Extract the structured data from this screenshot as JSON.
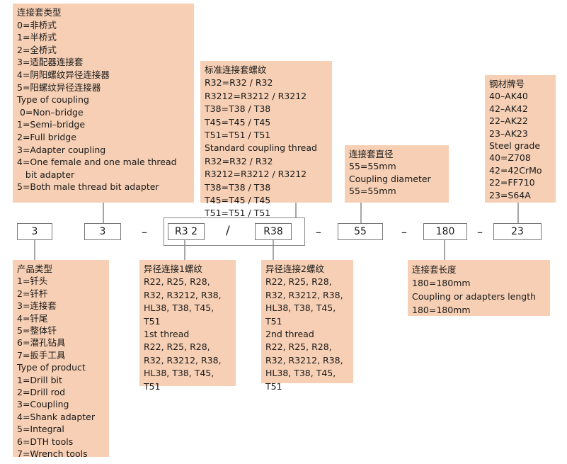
{
  "coupling_type": {
    "lines": [
      "连接套类型",
      "0=非桥式",
      "1=半桥式",
      "2=全桥式",
      "3=适配器连接套",
      "4=阴阳螺纹异径连接器",
      "5=阳螺纹异径连接器",
      "Type of coupling",
      " 0=Non–bridge",
      "1=Semi–bridge",
      "2=Full bridge",
      "3=Adapter coupling",
      "4=One female and one male thread",
      "   bit adapter",
      "5=Both male thread bit adapter"
    ]
  },
  "standard_thread": {
    "lines": [
      "标准连接套螺纹",
      "R32=R32 / R32",
      "R3212=R3212 / R3212",
      "T38=T38 / T38",
      "T45=T45 / T45",
      "T51=T51 / T51",
      "Standard coupling thread",
      "R32=R32 / R32",
      "R3212=R3212 / R3212",
      "T38=T38 / T38",
      "T45=T45 / T45",
      "T51=T51 / T51"
    ]
  },
  "steel_grade": {
    "lines": [
      "钢材牌号",
      "40–AK40",
      "42–AK42",
      "22–AK22",
      "23–AK23",
      "Steel grade",
      "40=Z708",
      "42=42CrMo",
      "22=FF710",
      "23=S64A"
    ]
  },
  "coupling_diameter": {
    "lines": [
      "连接套直径",
      "55=55mm",
      "Coupling diameter",
      "55=55mm"
    ]
  },
  "product_type": {
    "lines": [
      "产品类型",
      "1=钎头",
      "2=钎杆",
      "3=连接套",
      "4=钎尾",
      "5=整体钎",
      "6=潜孔钻具",
      "7=扳手工具",
      "Type of product",
      "1=Drill bit",
      "2=Drill rod",
      "3=Coupling",
      "4=Shank adapter",
      "5=Integral",
      "6=DTH tools",
      "7=Wrench tools"
    ]
  },
  "thread1": {
    "lines": [
      "异径连接1螺纹",
      "R22, R25, R28,",
      "R32, R3212, R38,",
      "HL38, T38, T45,",
      "T51",
      "1st thread",
      "R22, R25, R28,",
      "R32, R3212, R38,",
      "HL38, T38, T45,",
      "T51"
    ]
  },
  "thread2": {
    "lines": [
      "异径连接2螺纹",
      "R22, R25, R28,",
      "R32, R3212, R38,",
      "HL38, T38, T45,",
      "T51",
      "2nd thread",
      "R22, R25, R28,",
      "R32, R3212, R38,",
      "HL38, T38, T45,",
      "T51"
    ]
  },
  "coupling_length": {
    "lines": [
      "连接套长度",
      "180=180mm",
      "Coupling or adapters length",
      "180=180mm"
    ]
  },
  "code": {
    "product": "3",
    "coupling_type": "3",
    "thread1": "R3 2",
    "slash": "/",
    "thread2": "R38",
    "diameter": "55",
    "length": "180",
    "grade": "23",
    "dash": "–"
  },
  "colors": {
    "box_fill": "#f6cfb4",
    "line": "#777777"
  }
}
